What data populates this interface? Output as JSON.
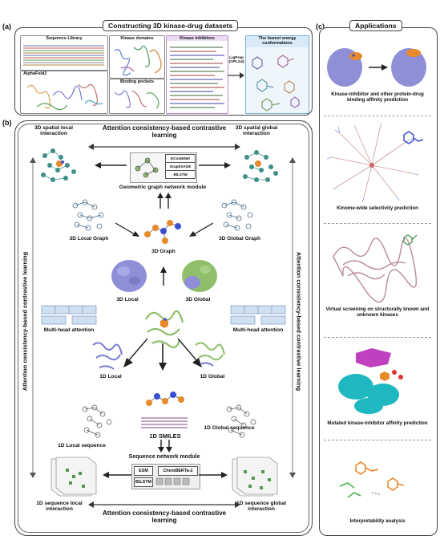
{
  "panel_a": {
    "letter": "(a)",
    "title": "Constructing 3D kinase-drug datasets",
    "sequence_library": "Sequence Library",
    "alphafold": "AlphaFold2",
    "kinase_domains": "Kinase domains",
    "binding_pockets": "Binding pockets",
    "kinase_inhibitors": "Kinase inhibitors",
    "ligprep": "LigPrep (OPLS4)",
    "lowest_energy": "The lowest energy conformations"
  },
  "panel_b": {
    "letter": "(b)",
    "top_title": "Attention consistency-based contrastive learning",
    "bottom_title": "Attention consistency-based contrastive learning",
    "left_vertical": "Attention consistency-based contrastive learning",
    "right_vertical": "Attention consistency-based contrastive learning",
    "spatial_local": "3D spatial local interaction",
    "spatial_global": "3D spatial global interaction",
    "ecomenet": "EComENet",
    "graphsage": "GraphSAGE",
    "bilstm_top": "BiLSTM",
    "geometric_module": "Geometric graph network module",
    "local_graph": "3D Local Graph",
    "global_graph": "3D Global Graph",
    "graph_3d": "3D Graph",
    "local_3d": "3D Local",
    "global_3d": "3D Global",
    "mha_left": "Multi-head attention",
    "mha_right": "Multi-head attention",
    "local_1d": "1D Local",
    "global_1d": "1D Global",
    "smiles_label": "1D SMILES",
    "local_sequence": "1D Local sequence",
    "global_sequence": "1D Global sequence",
    "sequence_module": "Sequence network module",
    "esm": "ESM",
    "chemberta": "ChemBERTa-2",
    "bilstm_bottom": "BiLSTM",
    "seq_local_interaction": "1D sequence local interaction",
    "seq_global_interaction": "1D sequence global interaction"
  },
  "panel_c": {
    "letter": "(c)",
    "title": "Applications",
    "items": [
      "Kinase-inhibitor and other protein-drug binding affinity prediction",
      "Kinome-wide selectivity prediction",
      "Virtual screening on structurally known and unknown kinases",
      "Mutated kinase-inhibitor affinity prediction",
      "Interpretability analysis"
    ]
  },
  "colors": {
    "protein_local": "#8f8fd8",
    "protein_global": "#8fbf6a",
    "ligand": "#e8892a",
    "ligand_n": "#3a4fd0",
    "graph_node": "#3f8f8a",
    "border": "#444444"
  }
}
